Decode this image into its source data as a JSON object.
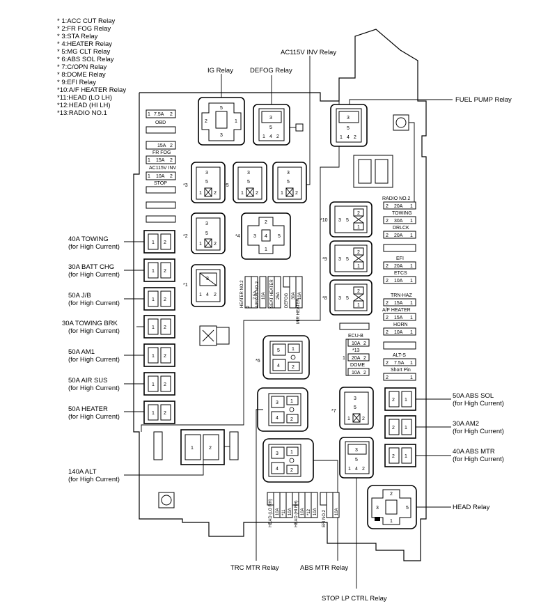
{
  "legend": [
    "* 1:ACC CUT Relay",
    "* 2:FR FOG Relay",
    "* 3:STA Relay",
    "* 4:HEATER Relay",
    "* 5:MG CLT Relay",
    "* 6:ABS SOL Relay",
    "* 7:C/OPN Relay",
    "* 8:DOME Relay",
    "* 9:EFI Relay",
    "*10:A/F HEATER Relay",
    "*11:HEAD (LO LH)",
    "*12:HEAD (HI LH)",
    "*13:RADIO NO.1"
  ],
  "callouts": {
    "ig_relay": "IG Relay",
    "defog_relay": "DEFOG Relay",
    "ac115v_inv_relay": "AC115V INV Relay",
    "fuel_pump_relay": "FUEL PUMP Relay",
    "head_relay": "HEAD Relay",
    "trc_mtr_relay": "TRC MTR Relay",
    "abs_mtr_relay": "ABS MTR Relay",
    "stop_lp_ctrl_relay": "STOP LP CTRL Relay"
  },
  "left_fuses": [
    {
      "name": "40A TOWING",
      "note": "(for High Current)"
    },
    {
      "name": "30A BATT CHG",
      "note": "(for High Current)"
    },
    {
      "name": "50A J/B",
      "note": "(for High Current)"
    },
    {
      "name": "30A TOWING BRK",
      "note": "(for High Current)"
    },
    {
      "name": "50A AM1",
      "note": "(for High Current)"
    },
    {
      "name": "50A AIR SUS",
      "note": "(for High Current)"
    },
    {
      "name": "50A HEATER",
      "note": "(for High Current)"
    }
  ],
  "alt_fuse": {
    "name": "140A ALT",
    "note": "(for High Current)"
  },
  "right_fuses": [
    {
      "name": "50A ABS SOL",
      "note": "(for High Current)"
    },
    {
      "name": "30A AM2",
      "note": "(for High Current)"
    },
    {
      "name": "40A ABS MTR",
      "note": "(for High Current)"
    }
  ],
  "upper_left_fuses": [
    {
      "rating": "7.5A",
      "name": "OBD"
    },
    {
      "rating": "15A",
      "name": "FR FOG"
    },
    {
      "rating": "15A",
      "name": "AC115V INV"
    },
    {
      "rating": "10A",
      "name": "STOP"
    }
  ],
  "right_small_fuses": [
    {
      "name": "RADIO NO.2",
      "rating": "20A"
    },
    {
      "name": "TOWING",
      "rating": "30A"
    },
    {
      "name": "DRLCK",
      "rating": "20A"
    },
    {
      "name": "EFI",
      "rating": "20A"
    },
    {
      "name": "ETCS",
      "rating": "10A"
    },
    {
      "name": "TRN-HAZ",
      "rating": "15A"
    },
    {
      "name": "A/F HEATER",
      "rating": "15A"
    },
    {
      "name": "HORN",
      "rating": "10A"
    },
    {
      "name": "ALT-S",
      "rating": "7.5A"
    }
  ],
  "short_pin": "Short Pin",
  "ecu_group": [
    {
      "name": "ECU-B",
      "rating": "10A"
    },
    {
      "name": "*13",
      "rating": "20A"
    },
    {
      "name": "DOME",
      "rating": "10A"
    }
  ],
  "middle_vertical_fuses": [
    {
      "name": "HEATER NO.2",
      "rating": "7.5A"
    },
    {
      "name": "AIRSUS NO.2",
      "rating": "10A"
    },
    {
      "name": "SEAT HEATER",
      "rating": "25A"
    },
    {
      "name": "DEFOG",
      "rating": "30A"
    },
    {
      "name": "MIR HEATER",
      "rating": "10A"
    }
  ],
  "bottom_vertical_fuses": [
    {
      "name": "HEAD (LO RH)",
      "rating": "10A"
    },
    {
      "name": "*11",
      "rating": "10A"
    },
    {
      "name": "HEAD (HI RH)",
      "rating": "10A"
    },
    {
      "name": "*12",
      "rating": "10A"
    },
    {
      "name": "EFI NO.2",
      "rating": "10A"
    }
  ],
  "relay_marks": [
    "*3",
    "*5",
    "*2",
    "*4",
    "*1",
    "*10",
    "*9",
    "*8",
    "*6",
    "*7"
  ],
  "pin": {
    "p1": "1",
    "p2": "2",
    "p3": "3",
    "p4": "4",
    "p5": "5"
  }
}
